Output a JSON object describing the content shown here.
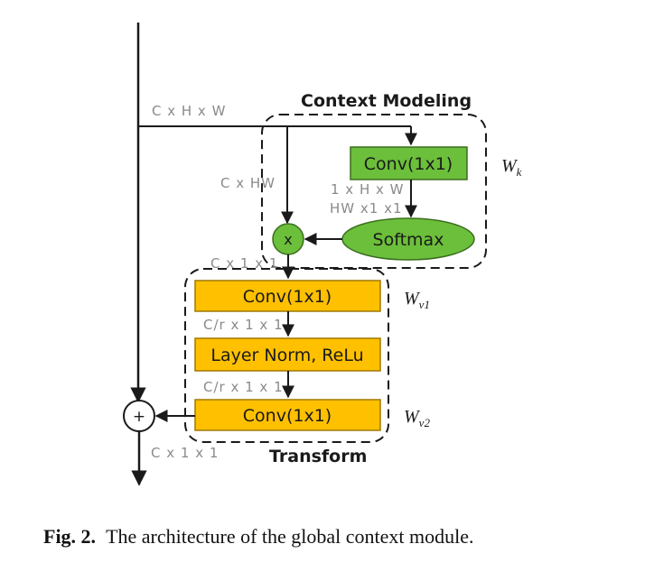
{
  "diagram": {
    "input_dim": "C x H x W",
    "context_modeling_title": "Context Modeling",
    "transform_title": "Transform",
    "conv_k_label": "Conv(1x1)",
    "wk_label": "W",
    "wk_sub": "k",
    "reshape_dim_1": "1 x H x W",
    "reshape_dim_2": "HW x1 x1",
    "softmax_label": "Softmax",
    "cxhw_dim": "C x HW",
    "multiply_symbol": "x",
    "context_dim": "C x 1 x 1",
    "conv_v1_label": "Conv(1x1)",
    "wv1_label": "W",
    "wv1_sub": "v1",
    "reduced_dim_1": "C/r x 1 x 1",
    "norm_label": "Layer Norm, ReLu",
    "reduced_dim_2": "C/r x 1 x 1",
    "conv_v2_label": "Conv(1x1)",
    "wv2_label": "W",
    "wv2_sub": "v2",
    "add_symbol": "+",
    "output_dim": "C x 1 x 1",
    "colors": {
      "conv_green": "#6cbf3a",
      "softmax_green": "#6cbf3a",
      "transform_orange": "#ffc000",
      "line": "#1a1a1a",
      "dim_text": "#8a8a8a"
    }
  },
  "caption": {
    "prefix": "Fig. 2.",
    "text": "The architecture of the global context module."
  }
}
